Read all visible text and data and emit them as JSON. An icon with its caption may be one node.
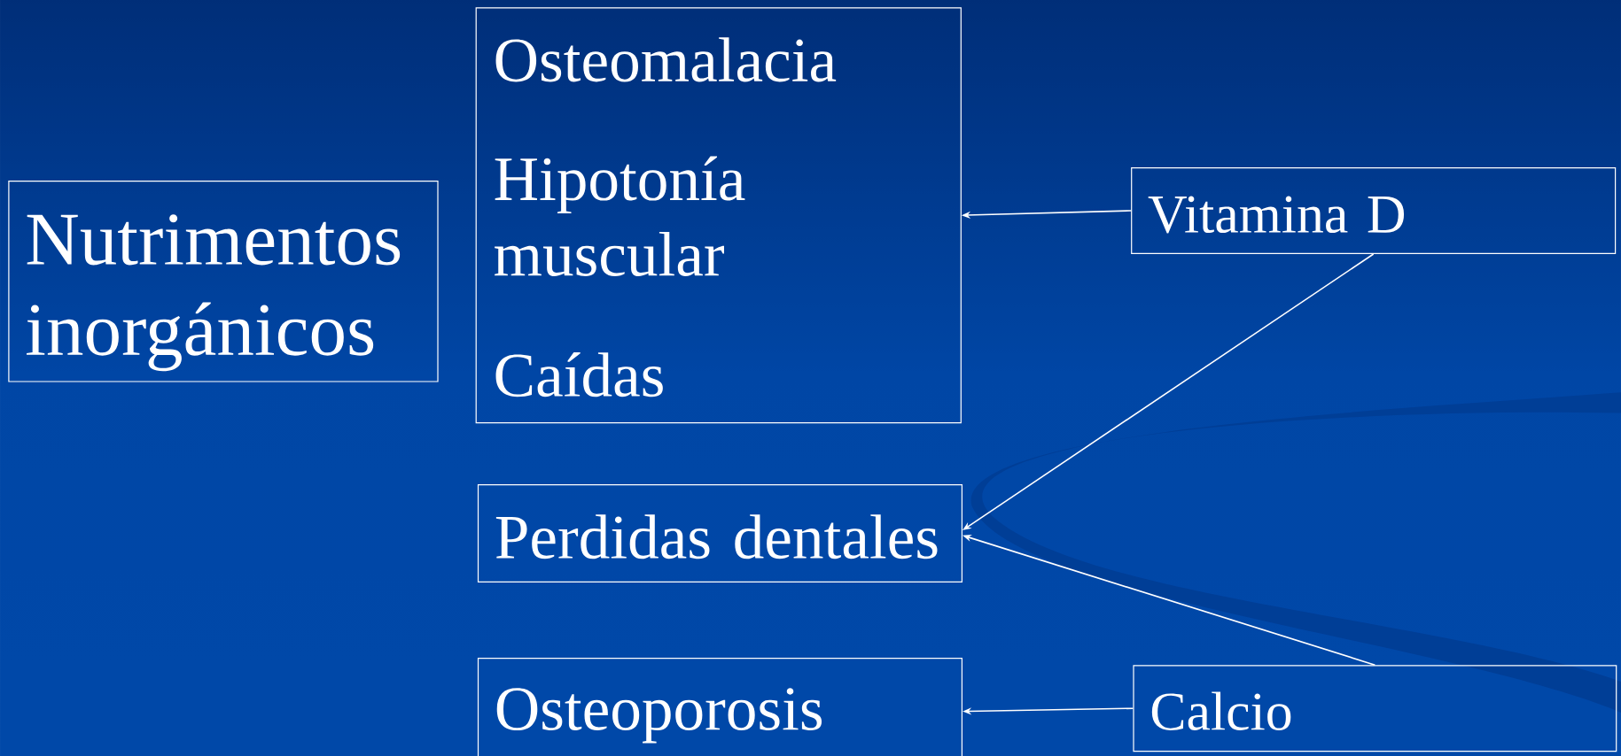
{
  "diagram": {
    "nodes": [
      {
        "text": [
          "Nutrimentos inorgánicos"
        ]
      },
      {
        "text": [
          "Osteomalacia",
          "Hipotonía muscular",
          "Caídas"
        ]
      },
      {
        "text": [
          "Vitamina D"
        ]
      },
      {
        "text": [
          "Perdidas dentales"
        ]
      },
      {
        "text": [
          "Osteoporosis"
        ]
      },
      {
        "text": [
          "Calcio"
        ]
      }
    ],
    "edges": [
      {
        "from": 2,
        "to": 1,
        "arrow": "to"
      },
      {
        "from": 2,
        "to": 3,
        "arrow": "to"
      },
      {
        "from": 5,
        "to": 3,
        "arrow": "to"
      },
      {
        "from": 5,
        "to": 4,
        "arrow": "to"
      }
    ]
  }
}
